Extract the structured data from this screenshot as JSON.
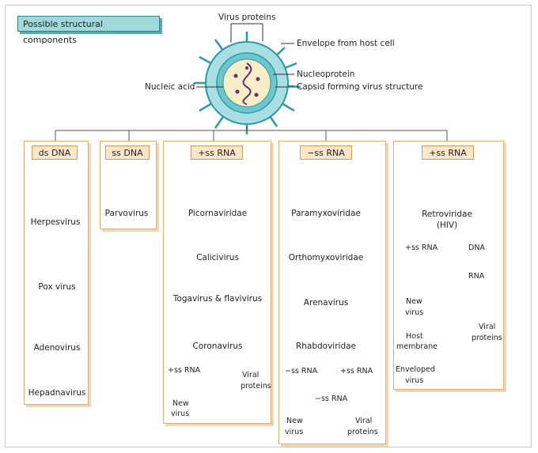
{
  "tag": "Possible structural components",
  "virion_labels": {
    "proteins": "Virus proteins",
    "envelope": "Envelope from host cell",
    "nucleoprotein": "Nucleoprotein",
    "capsid": "Capsid forming virus structure",
    "nucleic": "Nucleic acid"
  },
  "panels": [
    {
      "header": "ds DNA",
      "viruses": [
        "Herpesvirus",
        "Pox virus",
        "Adenovirus",
        "Hepadnavirus"
      ]
    },
    {
      "header": "ss DNA",
      "viruses": [
        "Parvovirus"
      ]
    },
    {
      "header": "+ss RNA",
      "viruses": [
        "Picornaviridae",
        "Calicivirus",
        "Togavirus & flavivirus",
        "Coronavirus"
      ]
    },
    {
      "header": "−ss RNA",
      "viruses": [
        "Paramyxoviridae",
        "Orthomyxoviridae",
        "Arenavirus",
        "Rhabdoviridae"
      ]
    },
    {
      "header": "+ss RNA",
      "viruses": [
        "Retroviridae",
        "(HIV)"
      ]
    }
  ],
  "flow_plus": {
    "rna": "+ss RNA",
    "viral": "Viral",
    "proteins": "proteins",
    "new": "New",
    "virus": "virus"
  },
  "flow_minus": {
    "rna1": "−ss RNA",
    "rna2": "+ss RNA",
    "rna3": "−ss RNA",
    "new": "New",
    "virus": "virus",
    "viral": "Viral",
    "proteins": "proteins"
  },
  "flow_retro": {
    "rna": "+ss RNA",
    "dna": "DNA",
    "rna2": "RNA",
    "new": "New",
    "virus": "virus",
    "viral": "Viral",
    "proteins": "proteins",
    "host": "Host",
    "membrane": "membrane",
    "env": "Enveloped",
    "envvirus": "virus"
  },
  "colors": {
    "tag": "#9fd9d9",
    "panel_border": "#e2b06e",
    "header_fill": "#fbe6cb",
    "teal": "#2a9aa5",
    "purple": "#6a2c73",
    "orange": "#e08a2e",
    "yellow": "#f5e6a0"
  }
}
